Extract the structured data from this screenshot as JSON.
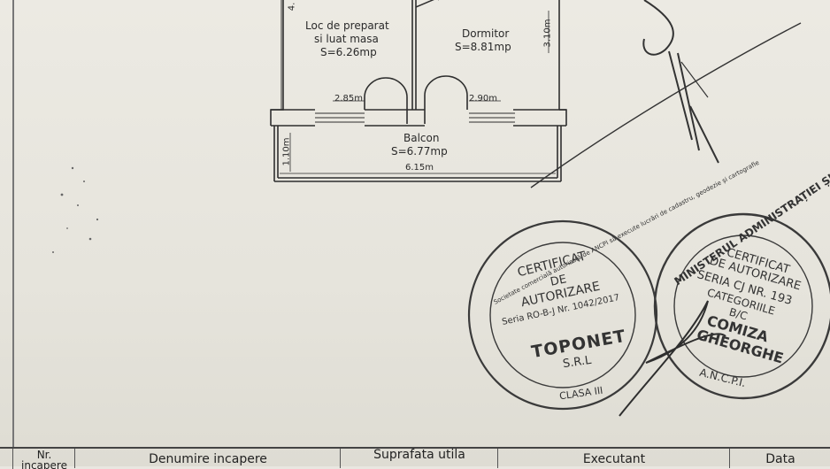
{
  "plan": {
    "room1": {
      "name_line1": "Loc de preparat",
      "name_line2": "si luat masa",
      "area": "S=6.26mp"
    },
    "room2": {
      "name": "Dormitor",
      "area": "S=8.81mp"
    },
    "balcony": {
      "name": "Balcon",
      "area": "S=6.77mp"
    },
    "dims": {
      "d1": "2.85m",
      "d2": "2.90m",
      "d3": "3.10m",
      "d4": "1.10m",
      "d5": "6.15m",
      "d6": "4."
    }
  },
  "stamp1": {
    "ring_text": "Societate comercială autorizată de ANCPI să execute lucrări de cadastru, geodezie și cartografie",
    "line1": "CERTIFICAT",
    "line2": "DE",
    "line3": "AUTORIZARE",
    "line4": "Seria RO-B-J Nr. 1042/2017",
    "line5": "TOPONET",
    "line6": "S.R.L",
    "line7": "CLASA III"
  },
  "stamp2": {
    "ring_text": "MINISTERUL ADMINISTRAȚIEI ȘI INTERNELOR",
    "line1": "CERTIFICAT",
    "line2": "DE AUTORIZARE",
    "line3": "SERIA CJ NR. 193",
    "line4": "CATEGORIILE",
    "line5": "B/C",
    "line6": "COMIZA",
    "line7": "GHEORGHE",
    "line8": "A.N.C.P.I."
  },
  "table": {
    "col1": "Nr. incapere",
    "col2": "Denumire incapere",
    "col3": "Suprafata utila",
    "col4": "Executant",
    "col5": "Data"
  },
  "colors": {
    "ink": "#2a2a2a",
    "paper": "#e9e7e0",
    "stamp": "#3a3a3a"
  }
}
